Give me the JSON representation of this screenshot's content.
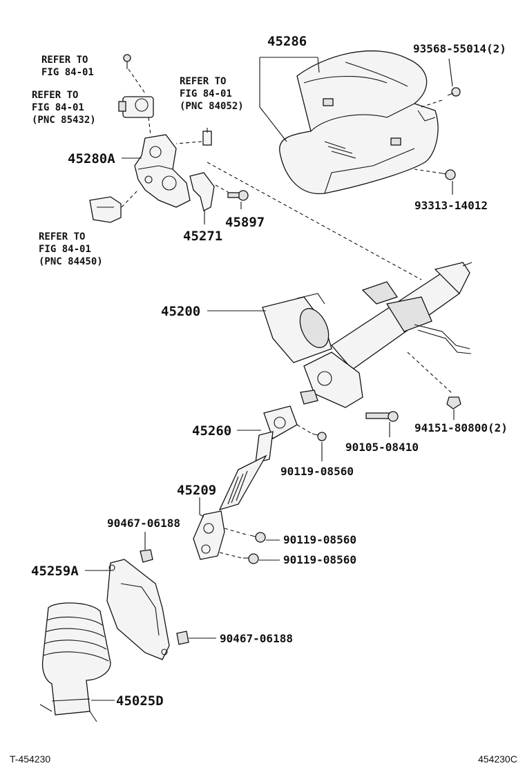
{
  "labels": {
    "refer_1a": "REFER TO",
    "refer_1b": "FIG 84-01",
    "refer_2a": "REFER TO",
    "refer_2b": "FIG 84-01",
    "refer_2c": "(PNC 85432)",
    "refer_3a": "REFER TO",
    "refer_3b": "FIG 84-01",
    "refer_3c": "(PNC 84052)",
    "refer_4a": "REFER TO",
    "refer_4b": "FIG 84-01",
    "refer_4c": "(PNC 84450)",
    "p45286": "45286",
    "p93568": "93568-55014(2)",
    "p93313": "93313-14012",
    "p45280A": "45280A",
    "p45897": "45897",
    "p45271": "45271",
    "p45200": "45200",
    "p94151": "94151-80800(2)",
    "p45260": "45260",
    "p90105": "90105-08410",
    "p90119a": "90119-08560",
    "p45209": "45209",
    "p90467a": "90467-06188",
    "p90119b": "90119-08560",
    "p90119c": "90119-08560",
    "p45259A": "45259A",
    "p90467b": "90467-06188",
    "p45025D": "45025D"
  },
  "footer": {
    "left": "T-454230",
    "right": "454230C"
  }
}
